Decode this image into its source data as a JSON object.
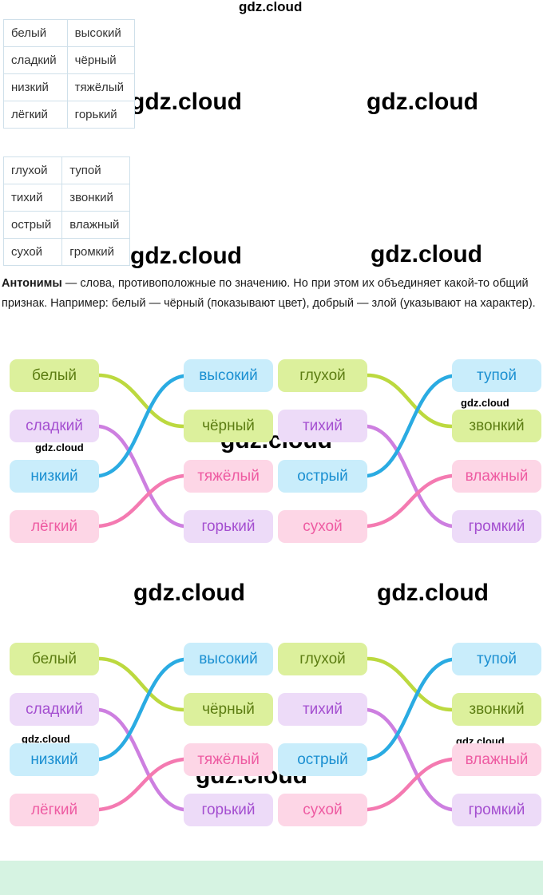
{
  "watermark": {
    "text": "gdz.cloud"
  },
  "tables": [
    {
      "rows": [
        [
          "белый",
          "высокий"
        ],
        [
          "сладкий",
          "чёрный"
        ],
        [
          "низкий",
          "тяжёлый"
        ],
        [
          "лёгкий",
          "горький"
        ]
      ]
    },
    {
      "rows": [
        [
          "глухой",
          "тупой"
        ],
        [
          "тихий",
          "звонкий"
        ],
        [
          "острый",
          "влажный"
        ],
        [
          "сухой",
          "громкий"
        ]
      ]
    }
  ],
  "definition": {
    "term": "Антонимы",
    "body": " — слова, противоположные по значению. Но при этом их объединяет какой-то общий признак. Например: белый — чёрный (показывают цвет), добрый — злой (указывают на характер)."
  },
  "diagrams": [
    {
      "left": [
        {
          "word": "белый",
          "color": "lime"
        },
        {
          "word": "сладкий",
          "color": "purple"
        },
        {
          "word": "низкий",
          "color": "cyan"
        },
        {
          "word": "лёгкий",
          "color": "pink"
        }
      ],
      "right": [
        {
          "word": "высокий",
          "color": "cyan"
        },
        {
          "word": "чёрный",
          "color": "lime"
        },
        {
          "word": "тяжёлый",
          "color": "pink"
        },
        {
          "word": "горький",
          "color": "purple"
        }
      ],
      "pairs": [
        [
          "белый",
          "чёрный"
        ],
        [
          "сладкий",
          "горький"
        ],
        [
          "низкий",
          "высокий"
        ],
        [
          "лёгкий",
          "тяжёлый"
        ]
      ]
    },
    {
      "left": [
        {
          "word": "глухой",
          "color": "lime"
        },
        {
          "word": "тихий",
          "color": "purple"
        },
        {
          "word": "острый",
          "color": "cyan"
        },
        {
          "word": "сухой",
          "color": "pink"
        }
      ],
      "right": [
        {
          "word": "тупой",
          "color": "cyan"
        },
        {
          "word": "звонкий",
          "color": "lime"
        },
        {
          "word": "влажный",
          "color": "pink"
        },
        {
          "word": "громкий",
          "color": "purple"
        }
      ],
      "pairs": [
        [
          "глухой",
          "звонкий"
        ],
        [
          "тихий",
          "громкий"
        ],
        [
          "острый",
          "тупой"
        ],
        [
          "сухой",
          "влажный"
        ]
      ]
    },
    {
      "left": [
        {
          "word": "белый",
          "color": "lime"
        },
        {
          "word": "сладкий",
          "color": "purple"
        },
        {
          "word": "низкий",
          "color": "cyan"
        },
        {
          "word": "лёгкий",
          "color": "pink"
        }
      ],
      "right": [
        {
          "word": "высокий",
          "color": "cyan"
        },
        {
          "word": "чёрный",
          "color": "lime"
        },
        {
          "word": "тяжёлый",
          "color": "pink"
        },
        {
          "word": "горький",
          "color": "purple"
        }
      ],
      "pairs": [
        [
          "белый",
          "чёрный"
        ],
        [
          "сладкий",
          "горький"
        ],
        [
          "низкий",
          "высокий"
        ],
        [
          "лёгкий",
          "тяжёлый"
        ]
      ]
    },
    {
      "left": [
        {
          "word": "глухой",
          "color": "lime"
        },
        {
          "word": "тихий",
          "color": "purple"
        },
        {
          "word": "острый",
          "color": "cyan"
        },
        {
          "word": "сухой",
          "color": "pink"
        }
      ],
      "right": [
        {
          "word": "тупой",
          "color": "cyan"
        },
        {
          "word": "звонкий",
          "color": "lime"
        },
        {
          "word": "влажный",
          "color": "pink"
        },
        {
          "word": "громкий",
          "color": "purple"
        }
      ],
      "pairs": [
        [
          "глухой",
          "звонкий"
        ],
        [
          "тихий",
          "громкий"
        ],
        [
          "острый",
          "тупой"
        ],
        [
          "сухой",
          "влажный"
        ]
      ]
    }
  ],
  "colors": {
    "lime_bg": "#dcf09c",
    "lime_text": "#5c7d12",
    "lime_line": "#bcd93f",
    "cyan_bg": "#c9edfb",
    "cyan_text": "#1a8fd1",
    "cyan_line": "#2aabe2",
    "purple_bg": "#eddbf8",
    "purple_text": "#a44fd0",
    "purple_line": "#cd7fe0",
    "pink_bg": "#fdd6e6",
    "pink_text": "#ee5ba2",
    "pink_line": "#f47ab1",
    "footer_bg": "#d6f3e2",
    "table_border": "#cfe0ea",
    "text": "#1a1a1a"
  }
}
